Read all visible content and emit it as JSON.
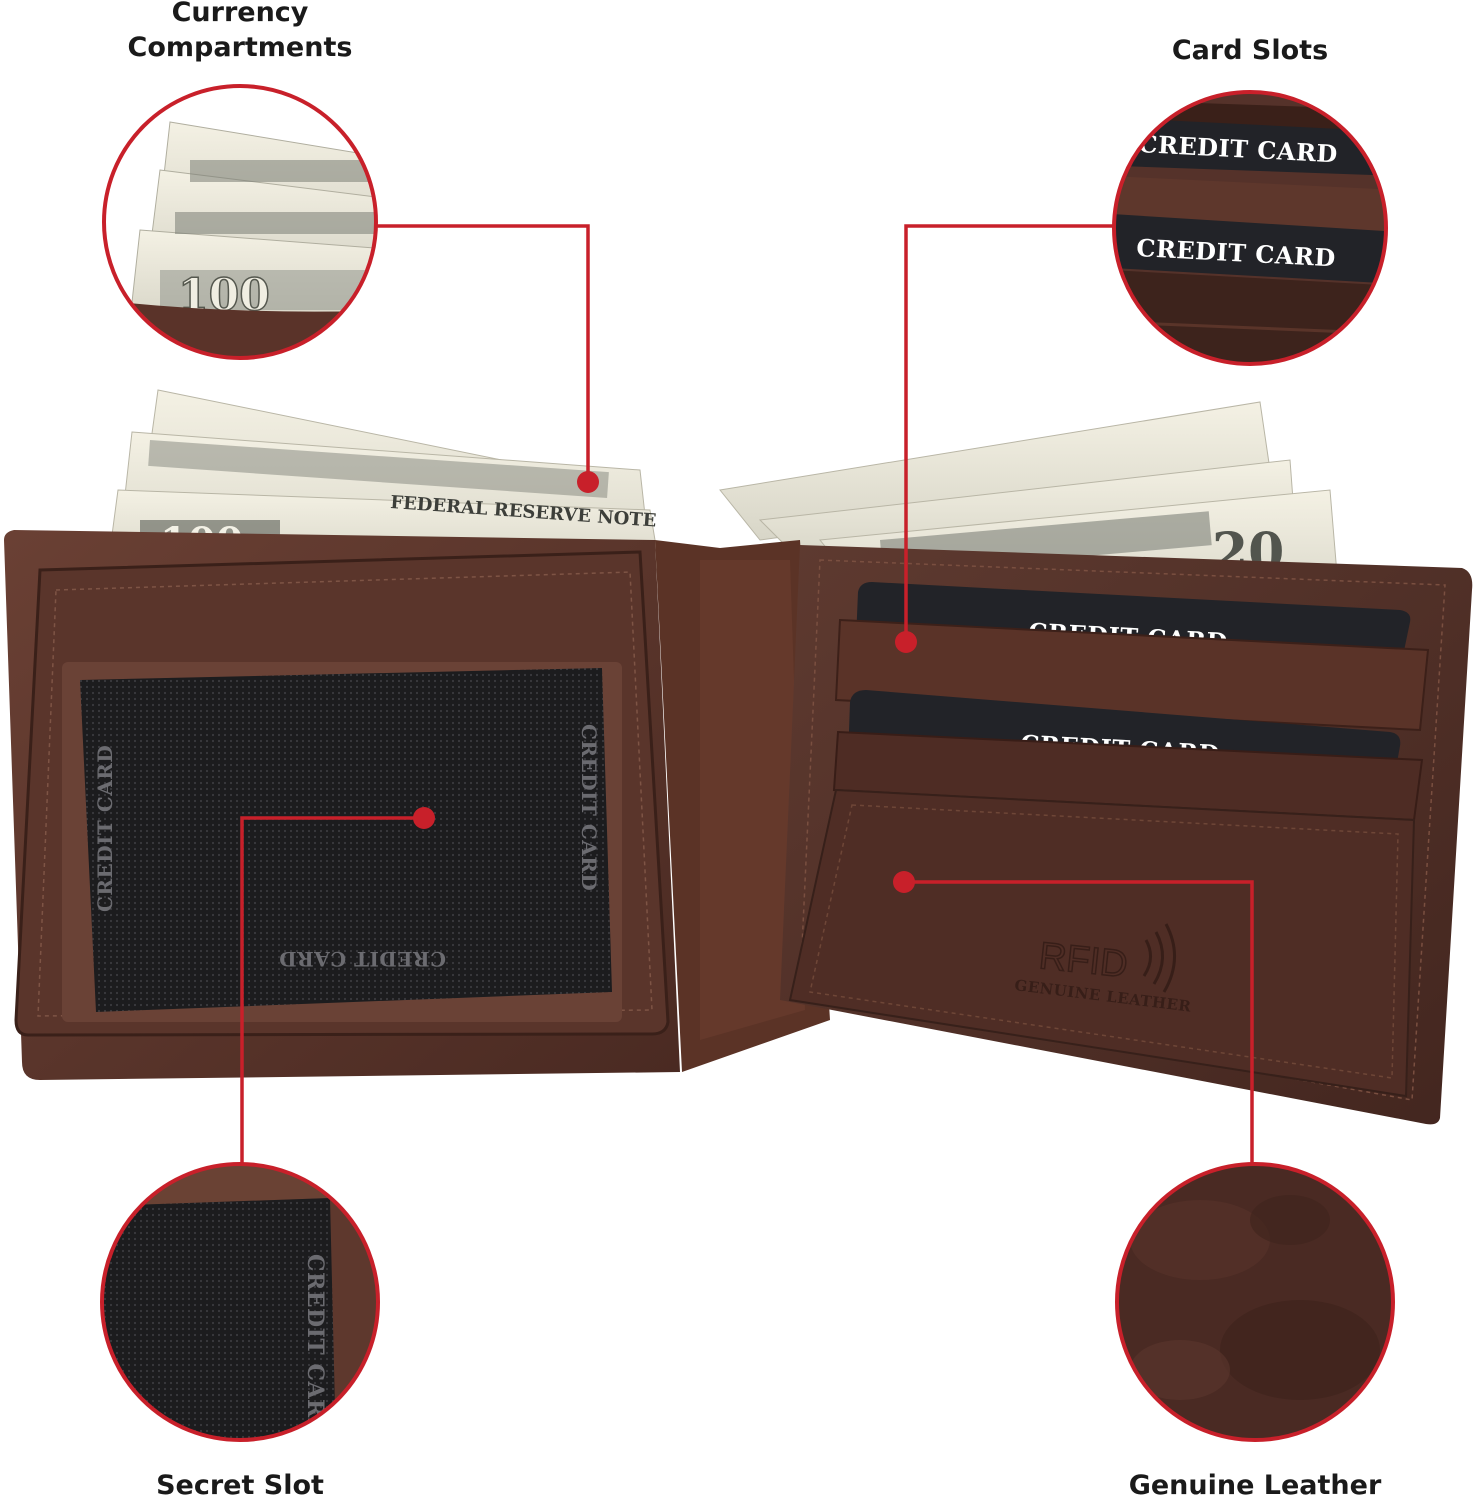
{
  "callouts": {
    "currency": {
      "line1": "Currency",
      "line2": "Compartments"
    },
    "card_slots": {
      "label": "Card Slots"
    },
    "secret_slot": {
      "label": "Secret Slot"
    },
    "genuine_leather": {
      "label": "Genuine Leather"
    }
  },
  "wallet": {
    "card_label": "CREDIT CARD",
    "rfid_mark": "RFID",
    "leather_stamp": "GENUINE LEATHER",
    "bill_100": "100",
    "bill_20": "20",
    "bill_text": "FEDERAL RESERVE NOTE"
  },
  "colors": {
    "accent": "#c8202a",
    "leather_dark": "#4a2a22",
    "leather_mid": "#5c3529",
    "mesh": "#1c1c1e",
    "card": "#222328"
  }
}
